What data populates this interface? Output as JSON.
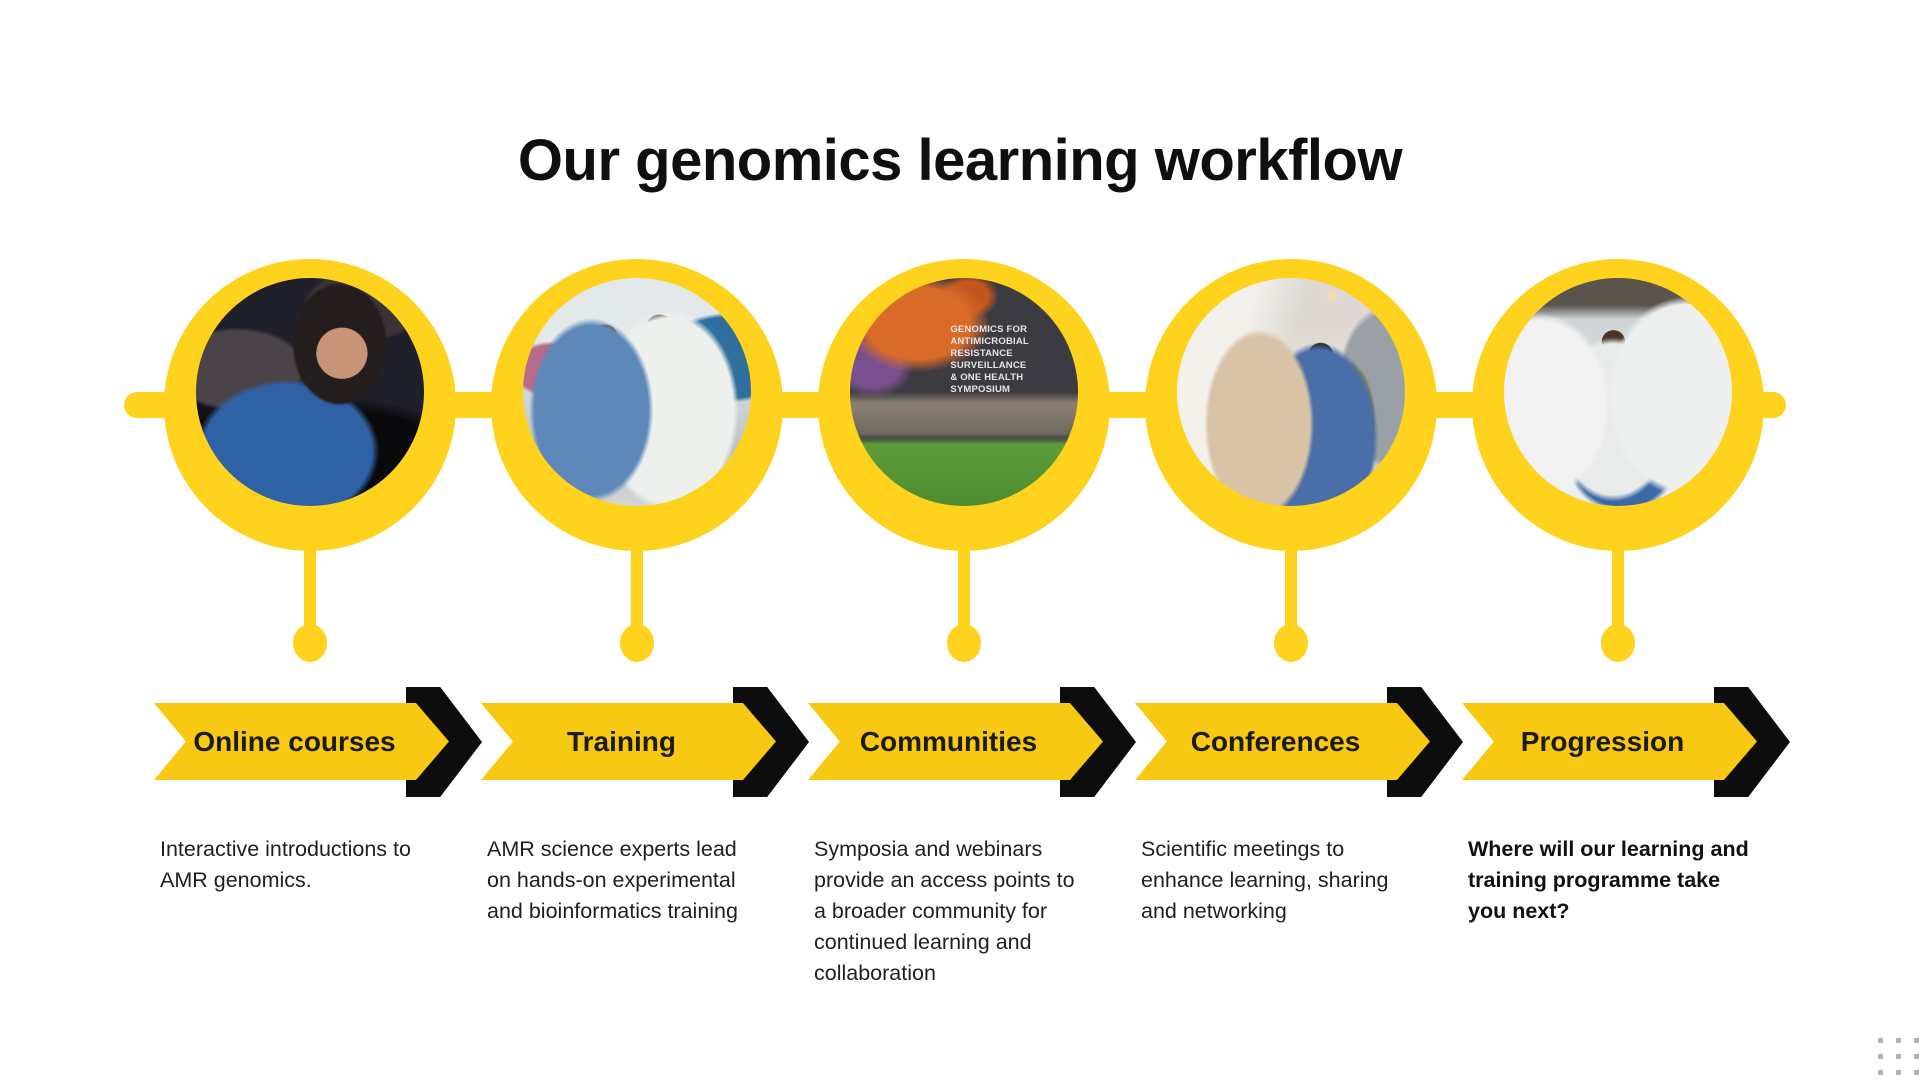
{
  "slide": {
    "title": "Our genomics learning workflow"
  },
  "colors": {
    "ring_yellow": "#FFD21E",
    "arrow_yellow": "#F8C912",
    "chevron_black": "#0D0D0D",
    "text_dark": "#1F1F1F"
  },
  "steps": [
    {
      "label": "Online courses",
      "description": "Interactive introductions to\nAMR genomics.",
      "photo_alt": "woman-with-glasses-working-at-computer"
    },
    {
      "label": "Training",
      "description": "AMR science experts lead\non hands-on experimental\nand bioinformatics training",
      "photo_alt": "hands-on-laboratory-training-session"
    },
    {
      "label": "Communities",
      "description": "Symposia and webinars\nprovide an access points to\na broader community for\ncontinued learning and\ncollaboration",
      "photo_alt": "symposium-group-photo-on-lawn",
      "photo_text": "GENOMICS FOR ANTIMICROBIAL\nRESISTANCE SURVEILLANCE\n& ONE HEALTH SYMPOSIUM"
    },
    {
      "label": "Conferences",
      "description": "Scientific meetings to\nenhance learning, sharing\nand networking",
      "photo_alt": "conference-poster-session-discussion"
    },
    {
      "label": "Progression",
      "description": "Where will our learning and\ntraining programme take\nyou next?",
      "photo_alt": "lab-team-in-white-coats-with-sample-tubes"
    }
  ]
}
